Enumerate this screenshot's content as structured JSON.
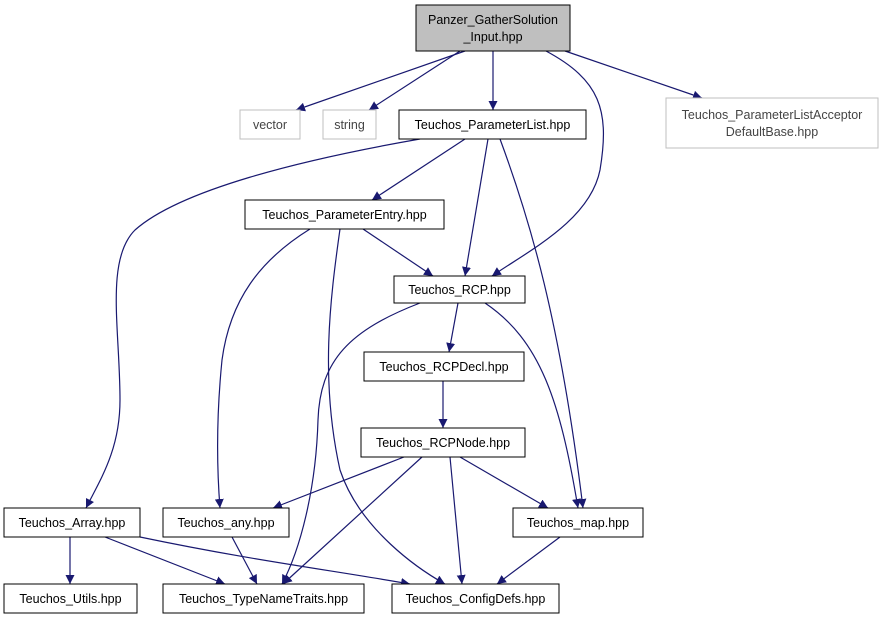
{
  "diagram": {
    "nodes": [
      {
        "id": "root",
        "lines": [
          "Panzer_GatherSolution",
          "_Input.hpp"
        ],
        "style": "root"
      },
      {
        "id": "vector",
        "lines": [
          "vector"
        ],
        "style": "external"
      },
      {
        "id": "string",
        "lines": [
          "string"
        ],
        "style": "external"
      },
      {
        "id": "plist",
        "lines": [
          "Teuchos_ParameterList.hpp"
        ],
        "style": "normal"
      },
      {
        "id": "placcept",
        "lines": [
          "Teuchos_ParameterListAcceptor",
          "DefaultBase.hpp"
        ],
        "style": "external"
      },
      {
        "id": "pentry",
        "lines": [
          "Teuchos_ParameterEntry.hpp"
        ],
        "style": "normal"
      },
      {
        "id": "rcp",
        "lines": [
          "Teuchos_RCP.hpp"
        ],
        "style": "normal"
      },
      {
        "id": "rcpdecl",
        "lines": [
          "Teuchos_RCPDecl.hpp"
        ],
        "style": "normal"
      },
      {
        "id": "rcpnode",
        "lines": [
          "Teuchos_RCPNode.hpp"
        ],
        "style": "normal"
      },
      {
        "id": "array",
        "lines": [
          "Teuchos_Array.hpp"
        ],
        "style": "normal"
      },
      {
        "id": "any",
        "lines": [
          "Teuchos_any.hpp"
        ],
        "style": "normal"
      },
      {
        "id": "map",
        "lines": [
          "Teuchos_map.hpp"
        ],
        "style": "normal"
      },
      {
        "id": "utils",
        "lines": [
          "Teuchos_Utils.hpp"
        ],
        "style": "normal"
      },
      {
        "id": "tnt",
        "lines": [
          "Teuchos_TypeNameTraits.hpp"
        ],
        "style": "normal"
      },
      {
        "id": "config",
        "lines": [
          "Teuchos_ConfigDefs.hpp"
        ],
        "style": "normal"
      }
    ],
    "edges": [
      [
        "root",
        "vector"
      ],
      [
        "root",
        "string"
      ],
      [
        "root",
        "plist"
      ],
      [
        "root",
        "placcept"
      ],
      [
        "root",
        "rcp"
      ],
      [
        "plist",
        "pentry"
      ],
      [
        "plist",
        "rcp"
      ],
      [
        "plist",
        "array"
      ],
      [
        "plist",
        "map"
      ],
      [
        "pentry",
        "rcp"
      ],
      [
        "pentry",
        "any"
      ],
      [
        "pentry",
        "config"
      ],
      [
        "rcp",
        "rcpdecl"
      ],
      [
        "rcp",
        "tnt"
      ],
      [
        "rcp",
        "map"
      ],
      [
        "rcpdecl",
        "rcpnode"
      ],
      [
        "rcpnode",
        "any"
      ],
      [
        "rcpnode",
        "map"
      ],
      [
        "rcpnode",
        "tnt"
      ],
      [
        "rcpnode",
        "config"
      ],
      [
        "array",
        "utils"
      ],
      [
        "array",
        "tnt"
      ],
      [
        "array",
        "config"
      ],
      [
        "any",
        "tnt"
      ],
      [
        "map",
        "config"
      ]
    ],
    "colors": {
      "edge": "#191970",
      "root_fill": "#bfbfbf",
      "node_border": "#000000",
      "external_border": "#bfbfbf",
      "background": "#ffffff"
    }
  }
}
